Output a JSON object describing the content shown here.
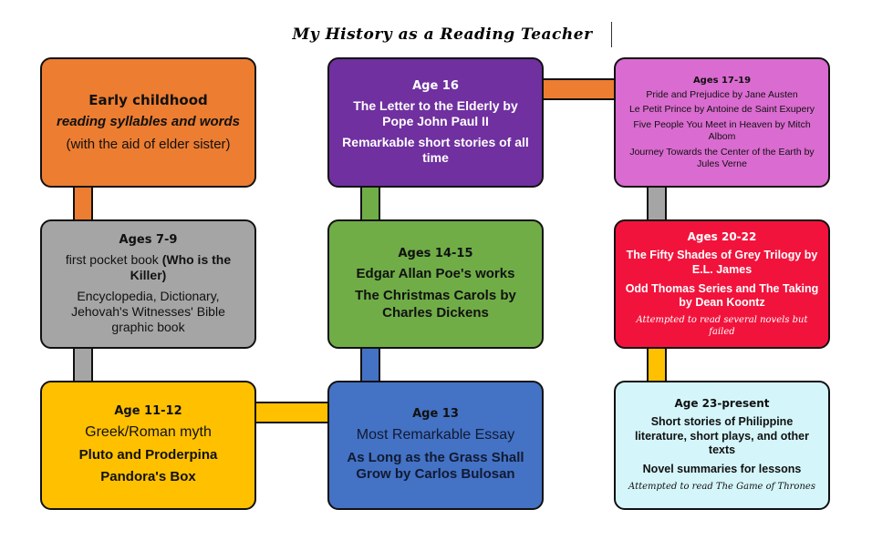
{
  "title": "My History as a Reading Teacher",
  "colors": {
    "orange": "#ED7D31",
    "purple": "#7030A0",
    "pink": "#DA6BD0",
    "gray": "#A5A5A5",
    "green": "#70AD47",
    "red": "#F2133C",
    "yellow": "#FFC000",
    "blue": "#4472C4",
    "light_cyan": "#D4F5FA"
  },
  "boxes": {
    "early_childhood": {
      "header": "Early childhood",
      "lines": [
        "reading syllables and words",
        "(with the aid of elder sister)"
      ]
    },
    "ages_7_9": {
      "header": "Ages 7-9",
      "line1_plain": "first pocket book ",
      "line1_bold": "(Who is the Killer)",
      "line2": "Encyclopedia, Dictionary, Jehovah's Witnesses' Bible graphic book"
    },
    "age_11_12": {
      "header": "Age 11-12",
      "lines": [
        "Greek/Roman myth",
        "Pluto and Proderpina",
        "Pandora's Box"
      ]
    },
    "age_13": {
      "header": "Age 13",
      "lines": [
        "Most Remarkable Essay",
        "As Long as the Grass Shall Grow by Carlos Bulosan"
      ]
    },
    "ages_14_15": {
      "header": "Ages 14-15",
      "lines": [
        "Edgar Allan Poe's works",
        "The Christmas Carols by Charles Dickens"
      ]
    },
    "age_16": {
      "header": "Age 16",
      "lines": [
        "The Letter to the Elderly by Pope John Paul II",
        "Remarkable short stories of all time"
      ]
    },
    "ages_17_19": {
      "header": "Ages 17-19",
      "lines": [
        "Pride and Prejudice by Jane Austen",
        "Le Petit Prince by Antoine de Saint Exupery",
        "Five People You Meet in Heaven by Mitch Albom",
        "Journey Towards the Center of the Earth by Jules Verne"
      ]
    },
    "ages_20_22": {
      "header": "Ages 20-22",
      "lines": [
        "The Fifty Shades of Grey Trilogy by E.L. James",
        "Odd Thomas Series and The Taking by Dean Koontz"
      ],
      "note": "Attempted to read several novels but failed"
    },
    "age_23_present": {
      "header": "Age 23-present",
      "lines": [
        "Short stories of Philippine literature, short plays, and other texts",
        "Novel summaries for lessons"
      ],
      "note": "Attempted to read The Game of Thrones"
    }
  }
}
